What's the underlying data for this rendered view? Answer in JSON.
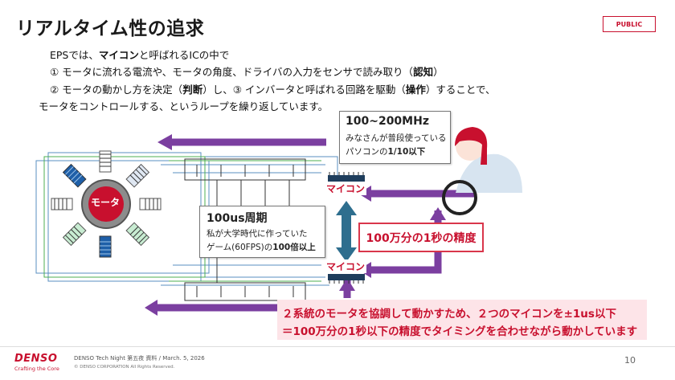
{
  "slide": {
    "title": "リアルタイム性の追求",
    "badge": "PUBLIC",
    "line1_a": "EPSでは、",
    "line1_b": "マイコン",
    "line1_c": "と呼ばれるICの中で",
    "line2_a": "① モータに流れる電流や、モータの角度、ドライバの入力をセンサで読み取り（",
    "line2_b": "認知",
    "line2_c": "）",
    "line3_a": "② モータの動かし方を決定（",
    "line3_b": "判断",
    "line3_c": "）し、③ インバータと呼ばれる回路を駆動（",
    "line3_d": "操作",
    "line3_e": "）することで、",
    "line4": "モータをコントロールする、というループを繰り返しています。"
  },
  "diagram": {
    "motor_label": "モータ",
    "mcu_label": "マイコン",
    "cpu_callout": {
      "headline": "100~200MHz",
      "line1": "みなさんが普段使っている",
      "line2_a": "パソコンの",
      "line2_b": "1/10以下"
    },
    "period_callout": {
      "headline_a": "100us",
      "headline_b": "周期",
      "line1": "私が大学時代に作っていた",
      "line2_a": "ゲーム(60FPS)の",
      "line2_b": "100倍以上"
    },
    "accuracy": "100万分の1秒の精度",
    "summary_line1": "２系統のモータを協調して動かすため、２つのマイコンを±1us以下",
    "summary_line2": "＝100万分の1秒以下の精度でタイミングを合わせながら動かしています"
  },
  "footer": {
    "logo": "DENSO",
    "tagline": "Crafting the Core",
    "event": "DENSO Tech Night 第五夜 資料 / March. 5, 2026",
    "copyright": "© DENSO CORPORATION All Rights Reserved.",
    "page": "10"
  },
  "colors": {
    "accent_red": "#c8102e",
    "arrow_purple": "#7b3fa0",
    "arrow_teal": "#2e6e8e",
    "pink_fill": "#fde4e8"
  }
}
